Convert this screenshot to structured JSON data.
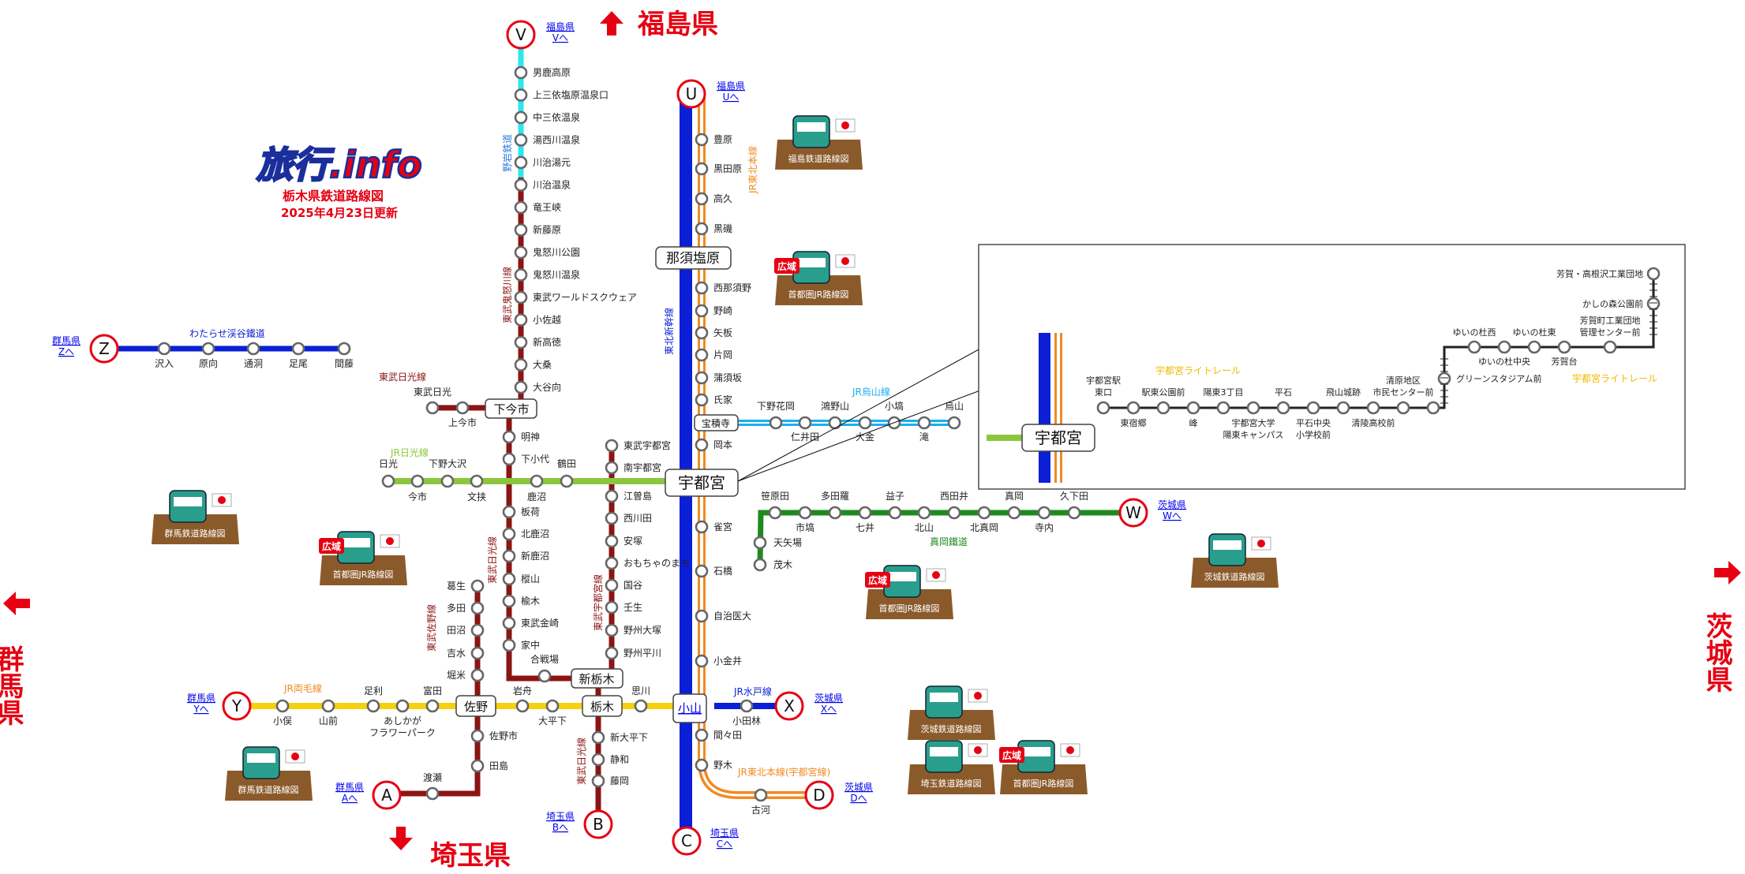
{
  "site": {
    "logo": "旅行.info",
    "title": "栃木県鉄道路線図",
    "updated": "2025年4月23日更新"
  },
  "directions": {
    "fukushima": "福島県",
    "ibaraki": "茨城県",
    "gunma": "群馬県",
    "saitama": "埼玉県"
  },
  "terminals": [
    {
      "letter": "V",
      "pref": "福島県",
      "link": "Vへ"
    },
    {
      "letter": "U",
      "pref": "福島県",
      "link": "Uへ"
    },
    {
      "letter": "Z",
      "pref": "群馬県",
      "link": "Zへ"
    },
    {
      "letter": "W",
      "pref": "茨城県",
      "link": "Wへ"
    },
    {
      "letter": "Y",
      "pref": "群馬県",
      "link": "Yへ"
    },
    {
      "letter": "X",
      "pref": "茨城県",
      "link": "Xへ"
    },
    {
      "letter": "A",
      "pref": "群馬県",
      "link": "Aへ"
    },
    {
      "letter": "B",
      "pref": "埼玉県",
      "link": "Bへ"
    },
    {
      "letter": "C",
      "pref": "埼玉県",
      "link": "Cへ"
    },
    {
      "letter": "D",
      "pref": "茨城県",
      "link": "Dへ"
    }
  ],
  "lines": {
    "yagan": "野岩鉄道",
    "kinugawa": "東武鬼怒川線",
    "tohoku_main": "JR東北本線",
    "shinkansen": "東北新幹線",
    "watarase": "わたらせ渓谷鐵道",
    "tobu_nikko_top": "東武日光線",
    "nikko_jr": "JR日光線",
    "karasuyama": "JR烏山線",
    "tobu_nikko_mid": "東武日光線",
    "tobu_utsunomiya": "東武宇都宮線",
    "sano": "東武佐野線",
    "moka": "真岡鐵道",
    "ryomo": "JR両毛線",
    "mito": "JR水戸線",
    "tobu_nikko_bottom": "東武日光線",
    "utsunomiya_line": "JR東北本線(宇都宮線)",
    "lrt": "宇都宮ライトレール",
    "lrt2": "宇都宮ライトレール"
  },
  "hubs": {
    "nasushiobara": "那須塩原",
    "utsunomiya": "宇都宮",
    "shimoimaichi": "下今市",
    "hoshakuji": "宝積寺",
    "shintochigi": "新栃木",
    "tochigi": "栃木",
    "sano": "佐野",
    "oyama": "小山",
    "inset_utsunomiya": "宇都宮"
  },
  "stations": {
    "yagan": [
      "男鹿高原",
      "上三依塩原温泉口",
      "中三依温泉",
      "湯西川温泉",
      "川治湯元"
    ],
    "kinugawa": [
      "川治温泉",
      "竜王峡",
      "新藤原",
      "鬼怒川公園",
      "鬼怒川温泉",
      "東武ワールドスクウェア",
      "小佐越",
      "新高徳",
      "大桑",
      "大谷向"
    ],
    "tohoku_n": [
      "豊原",
      "黒田原",
      "高久",
      "黒磯",
      "西那須野",
      "野崎",
      "矢板",
      "片岡",
      "蒲須坂",
      "氏家",
      "岡本"
    ],
    "tohoku_s": [
      "雀宮",
      "石橋",
      "自治医大",
      "小金井",
      "間々田",
      "野木"
    ],
    "watarase": [
      "沢入",
      "原向",
      "通洞",
      "足尾",
      "間藤"
    ],
    "tobu_nikko_top": [
      "東武日光",
      "上今市"
    ],
    "nikko_jr": [
      "日光",
      "今市",
      "下野大沢",
      "文挟",
      "鹿沼",
      "鶴田"
    ],
    "karasuyama": [
      "下野花岡",
      "仁井田",
      "鴻野山",
      "大金",
      "小塙",
      "滝",
      "烏山"
    ],
    "tobu_nikko_mid": [
      "明神",
      "下小代",
      "板荷",
      "北鹿沼",
      "新鹿沼",
      "樅山",
      "楡木",
      "東武金崎",
      "家中",
      "合戦場"
    ],
    "tobu_utsunomiya": [
      "東武宇都宮",
      "南宇都宮",
      "江曽島",
      "西川田",
      "安塚",
      "おもちゃのまち",
      "国谷",
      "壬生",
      "野州大塚",
      "野州平川"
    ],
    "sano": [
      "葛生",
      "多田",
      "田沼",
      "吉水",
      "堀米",
      "佐野市",
      "田島",
      "渡瀬"
    ],
    "moka": [
      "天矢場",
      "茂木",
      "笹原田",
      "市塙",
      "多田羅",
      "七井",
      "益子",
      "北山",
      "西田井",
      "北真岡",
      "真岡",
      "寺内",
      "久下田"
    ],
    "ryomo": [
      "小俣",
      "山前",
      "足利",
      "あしかが",
      "フラワーパーク",
      "富田",
      "岩舟",
      "大平下",
      "思川"
    ],
    "mito": [
      "小田林"
    ],
    "tobu_nikko_bottom": [
      "新大平下",
      "静和",
      "藤岡"
    ],
    "utsunomiya_line": [
      "古河"
    ],
    "lrt": [
      "宇都宮駅",
      "東口",
      "東宿郷",
      "駅東公園前",
      "峰",
      "陽東3丁目",
      "宇都宮大学",
      "陽東キャンパス",
      "平石",
      "平石中央",
      "小学校前",
      "飛山城跡",
      "清陵高校前",
      "清原地区",
      "市民センター前",
      "グリーンスタジアム前",
      "ゆいの杜西",
      "ゆいの杜中央",
      "ゆいの杜東",
      "芳賀台",
      "芳賀町工業団地",
      "管理センター前",
      "かしの森公園前",
      "芳賀・高根沢工業団地"
    ]
  },
  "badges": [
    {
      "caption": "福島鉄道路線図",
      "wide": ""
    },
    {
      "caption": "首都圏JR路線図",
      "wide": "広域"
    },
    {
      "caption": "群馬鉄道路線図",
      "wide": ""
    },
    {
      "caption": "首都圏JR路線図",
      "wide": "広域"
    },
    {
      "caption": "首都圏JR路線図",
      "wide": "広域"
    },
    {
      "caption": "茨城鉄道路線図",
      "wide": ""
    },
    {
      "caption": "群馬鉄道路線図",
      "wide": ""
    },
    {
      "caption": "茨城鉄道路線図",
      "wide": ""
    },
    {
      "caption": "埼玉鉄道路線図",
      "wide": ""
    },
    {
      "caption": "首都圏JR路線図",
      "wide": "広域"
    }
  ],
  "colors": {
    "red": "#e60012",
    "tobu": "#8b1414",
    "shinkansen": "#0a1fd6",
    "tohoku": "#f08a24",
    "watarase": "#0a1fd6",
    "yagan": "#2ee6f0",
    "nikko": "#8cc63f",
    "karasuyama": "#1ab0ee",
    "moka": "#1e8a1e",
    "ryomo": "#f5d10f",
    "mito": "#0a1fd6",
    "lrt": "#f5b800"
  }
}
